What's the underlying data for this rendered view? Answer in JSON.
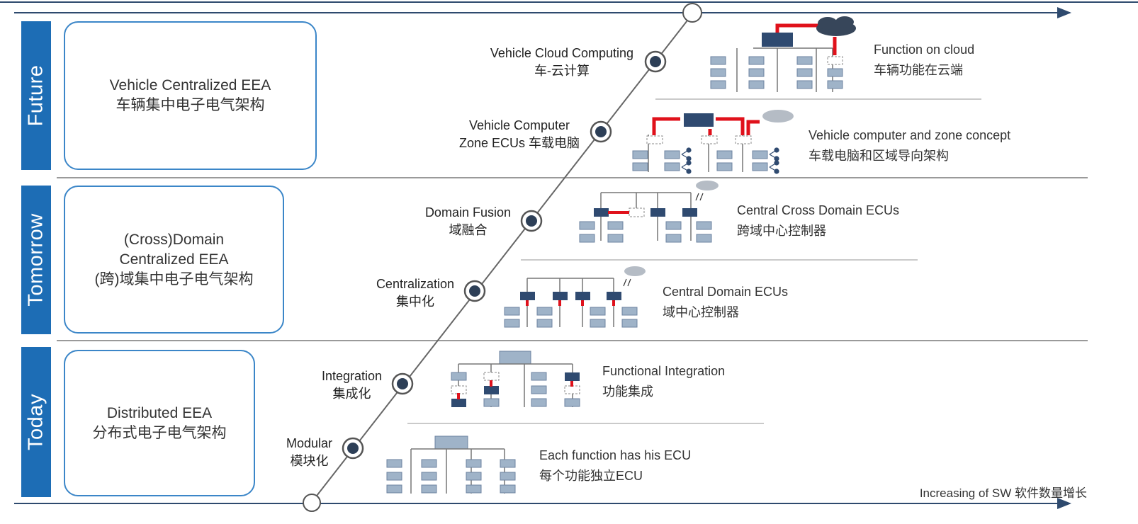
{
  "eras": [
    {
      "label": "Future",
      "architecture": [
        "Vehicle Centralized EEA",
        "车辆集中电子电气架构"
      ]
    },
    {
      "label": "Tomorrow",
      "architecture": [
        "(Cross)Domain",
        "Centralized EEA",
        "(跨)域集中电子电气架构"
      ]
    },
    {
      "label": "Today",
      "architecture": [
        "Distributed EEA",
        "分布式电子电气架构"
      ]
    }
  ],
  "stages": [
    {
      "name": [
        "Vehicle Cloud Computing",
        "车-云计算"
      ],
      "description": [
        "Function on cloud",
        "车辆功能在云端"
      ]
    },
    {
      "name": [
        "Vehicle Computer",
        "Zone ECUs 车载电脑"
      ],
      "description": [
        "Vehicle computer and zone concept",
        "车载电脑和区域导向架构"
      ]
    },
    {
      "name": [
        "Domain Fusion",
        "域融合"
      ],
      "description": [
        "Central Cross Domain ECUs",
        "跨域中心控制器"
      ]
    },
    {
      "name": [
        "Centralization",
        "集中化"
      ],
      "description": [
        "Central Domain ECUs",
        "域中心控制器"
      ]
    },
    {
      "name": [
        "Integration",
        "集成化"
      ],
      "description": [
        "Functional Integration",
        "功能集成"
      ]
    },
    {
      "name": [
        "Modular",
        "模块化"
      ],
      "description": [
        "Each function has his ECU",
        "每个功能独立ECU"
      ]
    }
  ],
  "x_axis_label": "Increasing of SW 软件数量增长",
  "colors": {
    "era_bar": "#1d6db5",
    "box_border": "#3b86c8",
    "ecu_light": "#9fb3c8",
    "ecu_dark": "#2f4a70",
    "signal": "#e0111b",
    "cloud": "#a9b1ba",
    "timeline": "#555555"
  }
}
